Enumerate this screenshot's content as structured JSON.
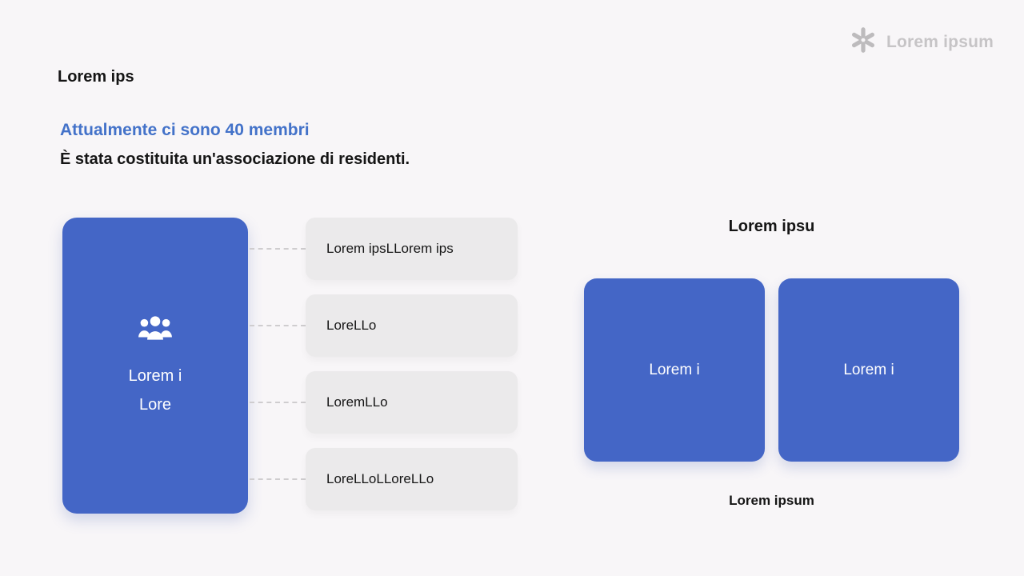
{
  "brand": {
    "icon": "asterisk-icon",
    "name": "Lorem ipsum"
  },
  "header": {
    "title": "Lorem ips",
    "subtitle_highlight": "Attualmente ci sono 40 membri",
    "subtitle": "È stata costituita un'associazione di residenti."
  },
  "left_diagram": {
    "card": {
      "icon": "people-icon",
      "label_line1": "Lorem i",
      "label_line2": "Lore"
    },
    "items": [
      {
        "label": "Lorem ipsLLorem ips"
      },
      {
        "label": "LoreLLo"
      },
      {
        "label": "LoremLLo"
      },
      {
        "label": "LoreLLoLLoreLLo"
      }
    ]
  },
  "right_diagram": {
    "title": "Lorem ipsu",
    "cards": [
      {
        "label": "Lorem i"
      },
      {
        "label": "Lorem i"
      }
    ],
    "caption": "Lorem ipsum"
  },
  "colors": {
    "accent_blue": "#4466c6",
    "heading_blue": "#4372c9",
    "gray_box": "#ebeaeb",
    "background": "#f8f6f8",
    "logo_gray": "#c6c4c6"
  }
}
